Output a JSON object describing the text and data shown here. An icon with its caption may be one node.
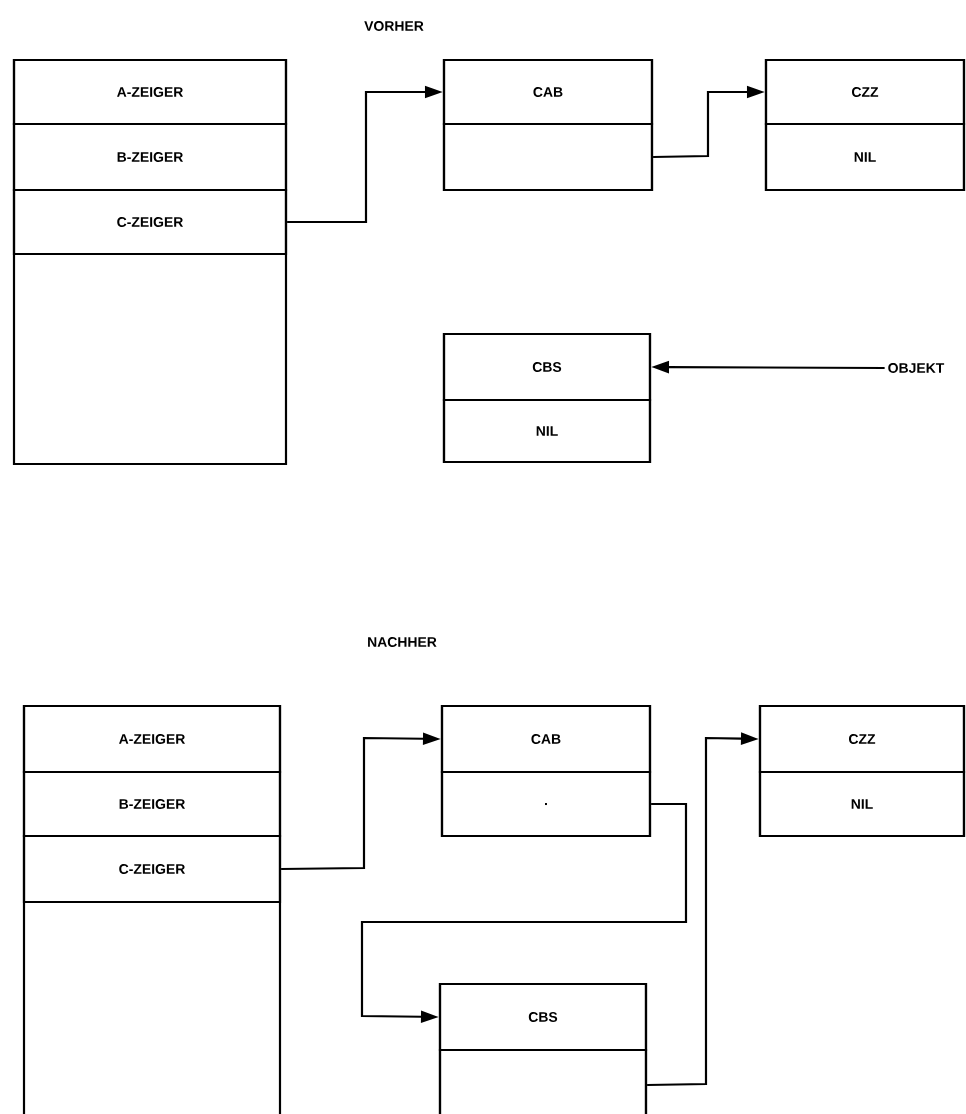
{
  "diagram": {
    "nodes": [
      {
        "text": [],
        "shape": "box"
      },
      {
        "text": [
          "A-ZEIGER"
        ],
        "in": 0
      },
      {
        "text": [
          "B-ZEIGER"
        ],
        "in": 0
      },
      {
        "text": [
          "C-ZEIGER"
        ],
        "in": 0
      },
      {
        "text": [],
        "shape": "box"
      },
      {
        "text": [
          "CAB"
        ],
        "in": 4
      },
      {
        "text": [],
        "shape": "box",
        "in": 4
      },
      {
        "text": [],
        "shape": "box"
      },
      {
        "text": [
          "CZZ"
        ],
        "in": 7
      },
      {
        "text": [
          "NIL"
        ],
        "in": 7
      },
      {
        "text": [],
        "shape": "box"
      },
      {
        "text": [
          "CBS"
        ],
        "in": 10
      },
      {
        "text": [
          "NIL"
        ],
        "in": 10
      },
      {
        "text": [
          "OBJEKT"
        ]
      },
      {
        "text": [],
        "shape": "box"
      },
      {
        "text": [
          "A-ZEIGER"
        ],
        "in": 14
      },
      {
        "text": [
          "B-ZEIGER"
        ],
        "in": 14
      },
      {
        "text": [
          "C-ZEIGER"
        ],
        "in": 14
      },
      {
        "text": [],
        "shape": "box"
      },
      {
        "text": [
          "CAB"
        ],
        "in": 18
      },
      {
        "text": [
          "."
        ],
        "in": 18
      },
      {
        "text": [],
        "shape": "box"
      },
      {
        "text": [
          "CZZ"
        ],
        "in": 21
      },
      {
        "text": [
          "NIL"
        ],
        "in": 21
      },
      {
        "text": [],
        "shape": "box"
      },
      {
        "text": [
          "CBS"
        ],
        "in": 24
      },
      {
        "text": [],
        "shape": "box",
        "in": 24
      }
    ],
    "edges": [
      {
        "from": 3,
        "to": 5,
        "arrow": "to"
      },
      {
        "from": 6,
        "to": 8,
        "arrow": "to"
      },
      {
        "from": 13,
        "to": 11,
        "arrow": "to"
      },
      {
        "from": 17,
        "to": 19,
        "arrow": "to"
      },
      {
        "from": 20,
        "to": 25,
        "arrow": "to"
      },
      {
        "from": 26,
        "to": 22,
        "arrow": "to"
      }
    ],
    "labels": [
      "VORHER",
      "NACHHER"
    ]
  }
}
